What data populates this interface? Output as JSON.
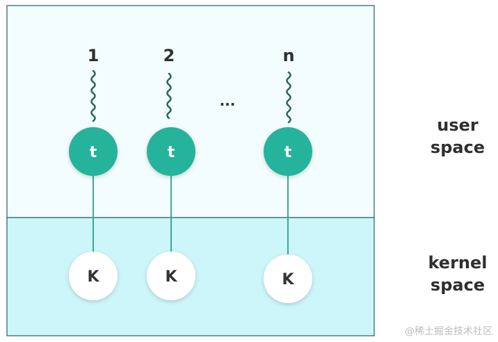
{
  "regions": {
    "user": {
      "label_line1": "user",
      "label_line2": "space",
      "fill": "#f4fdfd",
      "stroke": "#2e6b6e"
    },
    "kernel": {
      "label_line1": "kernel",
      "label_line2": "space",
      "fill": "#cdf6fa",
      "stroke": "#2e6b6e"
    }
  },
  "threads": [
    {
      "id": "1",
      "label": "t",
      "kernel_label": "K"
    },
    {
      "id": "2",
      "label": "t",
      "kernel_label": "K"
    },
    {
      "id": "n",
      "label": "t",
      "kernel_label": "K"
    }
  ],
  "ellipsis": "...",
  "colors": {
    "thread_fill": "#26b39b",
    "thread_text": "#ffffff",
    "squiggle": "#2a6a5a",
    "connector": "#2b9e8c",
    "kernel_fill": "#ffffff",
    "kernel_text": "#333333",
    "label_text": "#2f2f2f"
  },
  "watermark": "@稀土掘金技术社区"
}
